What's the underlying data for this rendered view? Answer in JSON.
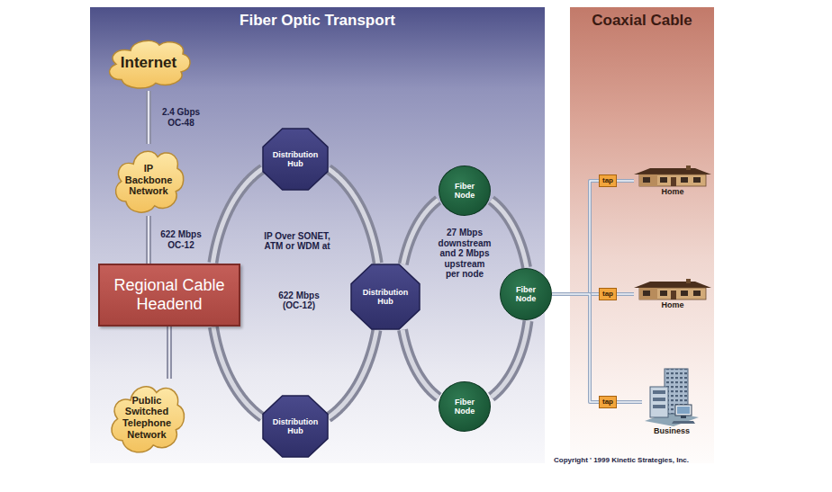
{
  "diagram": {
    "nodes": [
      {
        "text": [
          "Fiber Optic Transport"
        ]
      },
      {
        "text": [
          "Internet"
        ],
        "in": 0
      },
      {
        "text": [
          "IP Backbone Network"
        ],
        "in": 0
      },
      {
        "text": [
          "Regional Cable Headend"
        ],
        "in": 0
      },
      {
        "text": [
          "Public Switched Telephone Network"
        ],
        "in": 0
      },
      {
        "text": [
          "Distribution Hub"
        ],
        "in": 0
      },
      {
        "text": [
          "Distribution Hub"
        ],
        "in": 0
      },
      {
        "text": [
          "Distribution Hub"
        ],
        "in": 0
      },
      {
        "text": [
          "Fiber Node"
        ],
        "in": 0
      },
      {
        "text": [
          "Fiber Node"
        ],
        "in": 0
      },
      {
        "text": [
          "Fiber Node"
        ],
        "in": 0
      },
      {
        "text": [
          "Coaxial Cable"
        ]
      },
      {
        "text": [
          "tap"
        ],
        "in": 11
      },
      {
        "text": [
          "Home"
        ],
        "in": 11
      },
      {
        "text": [
          "tap"
        ],
        "in": 11
      },
      {
        "text": [
          "Home"
        ],
        "in": 11
      },
      {
        "text": [
          "tap"
        ],
        "in": 11
      },
      {
        "text": [
          "Business"
        ],
        "in": 11
      }
    ],
    "edges": [
      {
        "from": 1,
        "to": 2,
        "label": "2.4 Gbps OC-48",
        "arrow": "none"
      },
      {
        "from": 2,
        "to": 3,
        "label": "622 Mbps OC-12",
        "arrow": "none"
      },
      {
        "from": 3,
        "to": 4,
        "arrow": "none"
      },
      {
        "from": 3,
        "to": 5,
        "arrow": "none"
      },
      {
        "from": 5,
        "to": 6,
        "arrow": "none"
      },
      {
        "from": 6,
        "to": 7,
        "arrow": "none"
      },
      {
        "from": 7,
        "to": 3,
        "arrow": "none"
      },
      {
        "from": 6,
        "to": 8,
        "arrow": "none"
      },
      {
        "from": 8,
        "to": 9,
        "arrow": "none"
      },
      {
        "from": 9,
        "to": 10,
        "arrow": "none"
      },
      {
        "from": 10,
        "to": 6,
        "arrow": "none"
      },
      {
        "from": 9,
        "to": 12,
        "arrow": "none"
      },
      {
        "from": 9,
        "to": 14,
        "arrow": "none"
      },
      {
        "from": 9,
        "to": 16,
        "arrow": "none"
      },
      {
        "from": 12,
        "to": 13,
        "arrow": "none"
      },
      {
        "from": 14,
        "to": 15,
        "arrow": "none"
      },
      {
        "from": 16,
        "to": 17,
        "arrow": "none"
      }
    ],
    "labels": [
      "IP Over SONET, ATM or WDM at",
      "622 Mbps (OC-12)",
      "27 Mbps downstream and 2 Mbps upstream per node",
      "Copyright ' 1999 Kinetic Strategies, Inc."
    ]
  }
}
